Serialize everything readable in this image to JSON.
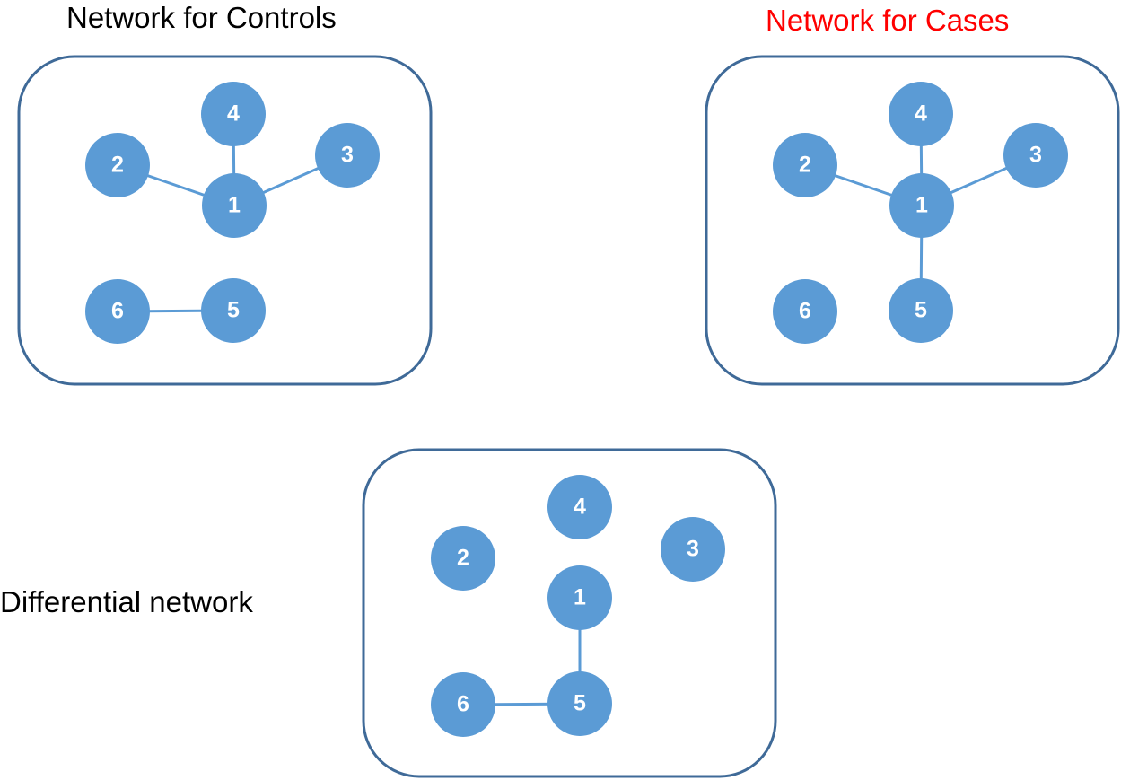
{
  "colors": {
    "node_fill": "#5b9bd5",
    "edge": "#5b9bd5",
    "frame": "#3f6a98",
    "node_text": "#ffffff",
    "title_default": "#000000",
    "title_highlight": "#ff0000"
  },
  "panels": [
    {
      "id": "controls",
      "title": "Network for Controls",
      "title_color": "#000000",
      "nodes": [
        "1",
        "2",
        "3",
        "4",
        "5",
        "6"
      ],
      "edges": [
        [
          "1",
          "2"
        ],
        [
          "1",
          "3"
        ],
        [
          "1",
          "4"
        ],
        [
          "5",
          "6"
        ]
      ]
    },
    {
      "id": "cases",
      "title": "Network for Cases",
      "title_color": "#ff0000",
      "nodes": [
        "1",
        "2",
        "3",
        "4",
        "5",
        "6"
      ],
      "edges": [
        [
          "1",
          "2"
        ],
        [
          "1",
          "3"
        ],
        [
          "1",
          "4"
        ],
        [
          "1",
          "5"
        ]
      ]
    },
    {
      "id": "differential",
      "title": "Differential network",
      "title_color": "#000000",
      "nodes": [
        "1",
        "2",
        "3",
        "4",
        "5",
        "6"
      ],
      "edges": [
        [
          "1",
          "5"
        ],
        [
          "5",
          "6"
        ]
      ]
    }
  ]
}
